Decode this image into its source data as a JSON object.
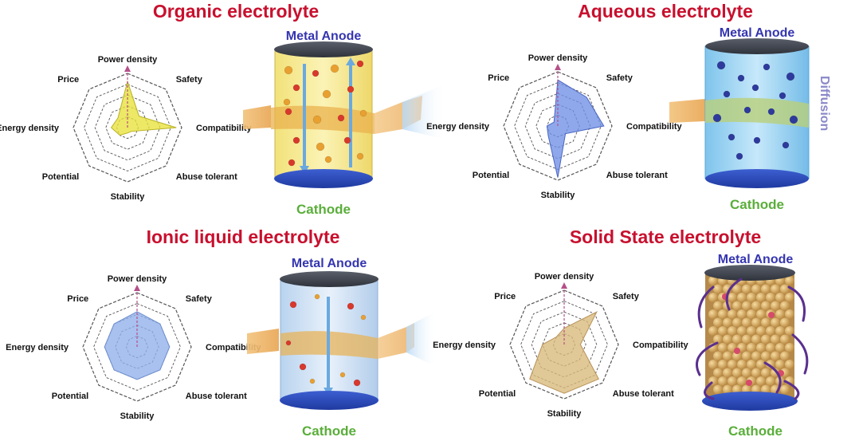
{
  "colors": {
    "title": "#c8102e",
    "anode": "#3535b0",
    "cathode": "#5aae3a",
    "organic_fill": "#e8e23a",
    "aqueous_fill": "#6f8fe6",
    "ionic_fill": "#8fb0ea",
    "solid_fill": "#d8b87a"
  },
  "radar_axes": [
    "Power density",
    "Safety",
    "Compatibility",
    "Abuse tolerant",
    "Stability",
    "Potential",
    "Energy density",
    "Price"
  ],
  "panels": [
    {
      "title": "Organic electrolyte",
      "anode_label": "Metal Anode",
      "cathode_label": "Cathode",
      "radar_values": [
        0.85,
        0.3,
        0.9,
        0.1,
        0.1,
        0.2,
        0.3,
        0.25
      ]
    },
    {
      "title": "Aqueous electrolyte",
      "anode_label": "Metal Anode",
      "cathode_label": "Cathode",
      "radar_values": [
        0.85,
        0.75,
        0.85,
        0.2,
        0.95,
        0.25,
        0.2,
        0.1
      ],
      "side_label": "Diffusion"
    },
    {
      "title": "Ionic liquid electrolyte",
      "anode_label": "Metal Anode",
      "cathode_label": "Cathode",
      "radar_values": [
        0.65,
        0.6,
        0.6,
        0.6,
        0.6,
        0.6,
        0.6,
        0.6
      ]
    },
    {
      "title": "Solid State electrolyte",
      "anode_label": "Metal Anode",
      "cathode_label": "Cathode",
      "radar_values": [
        0.3,
        0.85,
        0.3,
        0.9,
        0.9,
        0.9,
        0.4,
        0.2
      ]
    }
  ]
}
